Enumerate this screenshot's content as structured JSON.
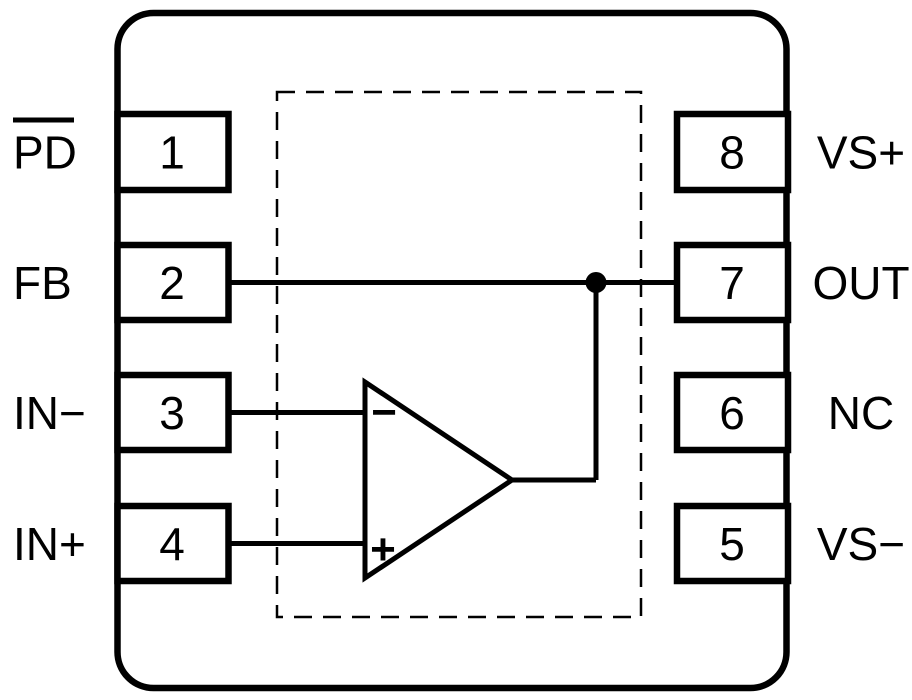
{
  "diagram": {
    "colors": {
      "line": "#000000",
      "background": "#ffffff"
    },
    "pins": {
      "left": [
        {
          "number": "1",
          "label": "PD",
          "overline": true
        },
        {
          "number": "2",
          "label": "FB",
          "overline": false
        },
        {
          "number": "3",
          "label": "IN−",
          "overline": false
        },
        {
          "number": "4",
          "label": "IN+",
          "overline": false
        }
      ],
      "right": [
        {
          "number": "8",
          "label": "VS+",
          "overline": false
        },
        {
          "number": "7",
          "label": "OUT",
          "overline": false
        },
        {
          "number": "6",
          "label": "NC",
          "overline": false
        },
        {
          "number": "5",
          "label": "VS−",
          "overline": false
        }
      ]
    },
    "opamp": {
      "inverting_input_symbol": "−",
      "noninverting_input_symbol": "+"
    },
    "connections": [
      "pin 3 (IN−) to op-amp inverting input",
      "pin 4 (IN+) to op-amp non-inverting input",
      "op-amp output to junction node",
      "pin 2 (FB) to junction node",
      "junction node to pin 7 (OUT)"
    ]
  }
}
